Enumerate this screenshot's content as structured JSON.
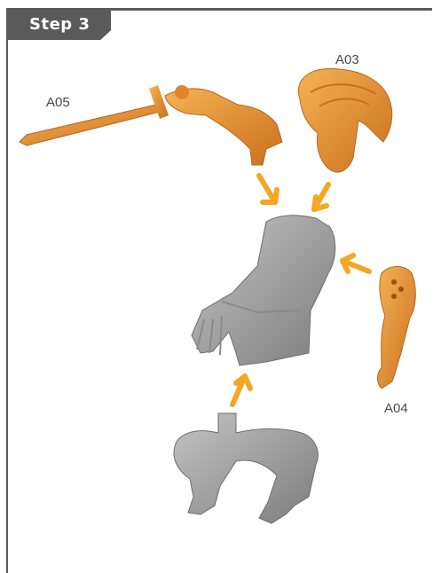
{
  "step": {
    "label": "Step 3"
  },
  "parts": [
    {
      "id": "A05",
      "label": "A05"
    },
    {
      "id": "A03",
      "label": "A03"
    },
    {
      "id": "A04",
      "label": "A04"
    }
  ],
  "colors": {
    "part_orange": "#e8922e",
    "part_gray": "#9a9a9a",
    "arrow": "#f5a623",
    "frame": "#5a5a5a"
  }
}
